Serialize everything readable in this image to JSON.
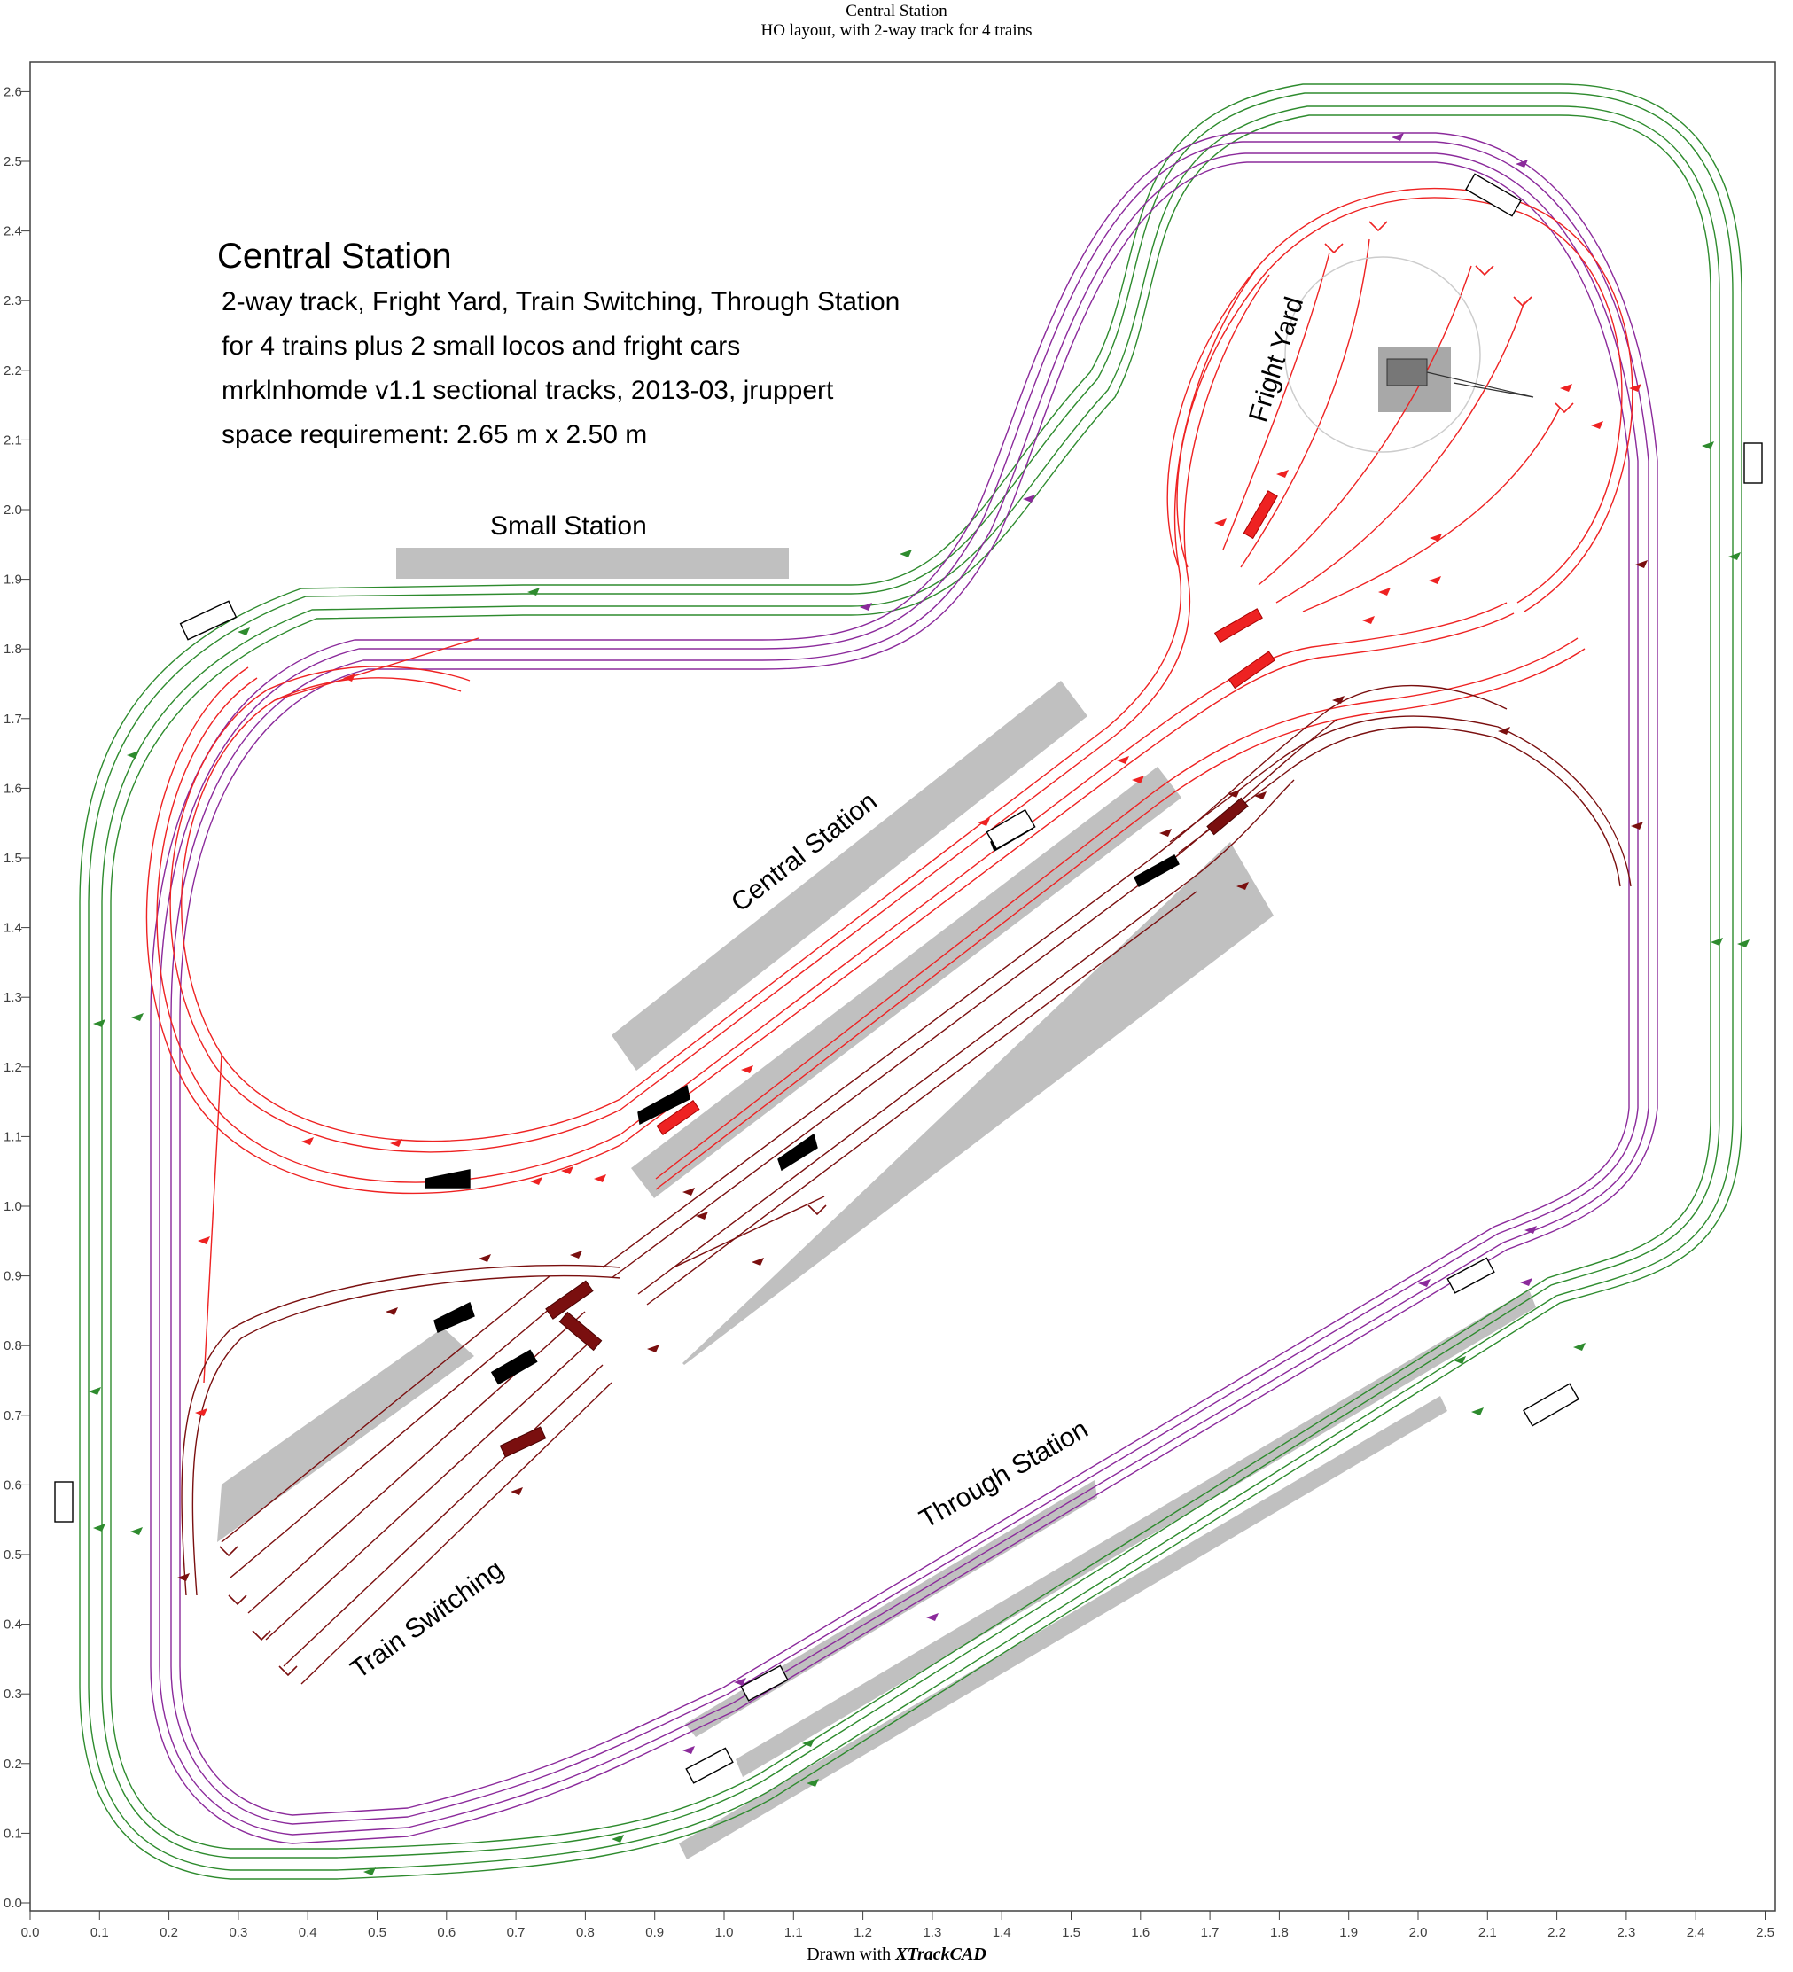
{
  "header": {
    "title": "Central Station",
    "subtitle": "HO layout, with 2-way track for 4 trains"
  },
  "footer": {
    "prefix": "Drawn with ",
    "app": "XTrackCAD"
  },
  "description": {
    "heading": "Central Station",
    "lines": [
      "2-way track, Fright Yard, Train Switching, Through Station",
      "for 4 trains plus 2 small locos and fright cars",
      "mrklnhomde v1.1 sectional tracks, 2013-03, jruppert",
      "space requirement: 2.65 m x 2.50 m"
    ]
  },
  "labels": {
    "small_station": "Small Station",
    "central_station": "Central Station",
    "fright_yard": "Fright Yard",
    "through_station": "Through Station",
    "train_switching": "Train Switching"
  },
  "axes": {
    "x_ticks": [
      "0.0",
      "0.1",
      "0.2",
      "0.3",
      "0.4",
      "0.5",
      "0.6",
      "0.7",
      "0.8",
      "0.9",
      "1.0",
      "1.1",
      "1.2",
      "1.3",
      "1.4",
      "1.5",
      "1.6",
      "1.7",
      "1.8",
      "1.9",
      "2.0",
      "2.1",
      "2.2",
      "2.3",
      "2.4",
      "2.5"
    ],
    "y_ticks": [
      "0.0",
      "0.1",
      "0.2",
      "0.3",
      "0.4",
      "0.5",
      "0.6",
      "0.7",
      "0.8",
      "0.9",
      "1.0",
      "1.1",
      "1.2",
      "1.3",
      "1.4",
      "1.5",
      "1.6",
      "1.7",
      "1.8",
      "1.9",
      "2.0",
      "2.1",
      "2.2",
      "2.3",
      "2.4",
      "2.5",
      "2.6"
    ]
  },
  "colors": {
    "green_loop": "#2e8b2e",
    "purple_loop": "#8b2a9b",
    "red_loop": "#ee2222",
    "dark_red": "#7a0f0f",
    "platform": "#c0c0c0",
    "axis": "#404040"
  }
}
